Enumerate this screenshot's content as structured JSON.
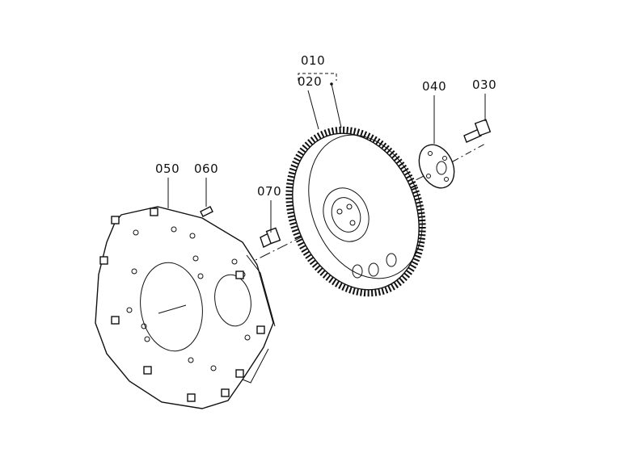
{
  "callouts": {
    "c010": "010",
    "c020": "020",
    "c030": "030",
    "c040": "040",
    "c050": "050",
    "c060": "060",
    "c070": "070"
  },
  "colors": {
    "line": "#111111",
    "background": "#ffffff"
  }
}
